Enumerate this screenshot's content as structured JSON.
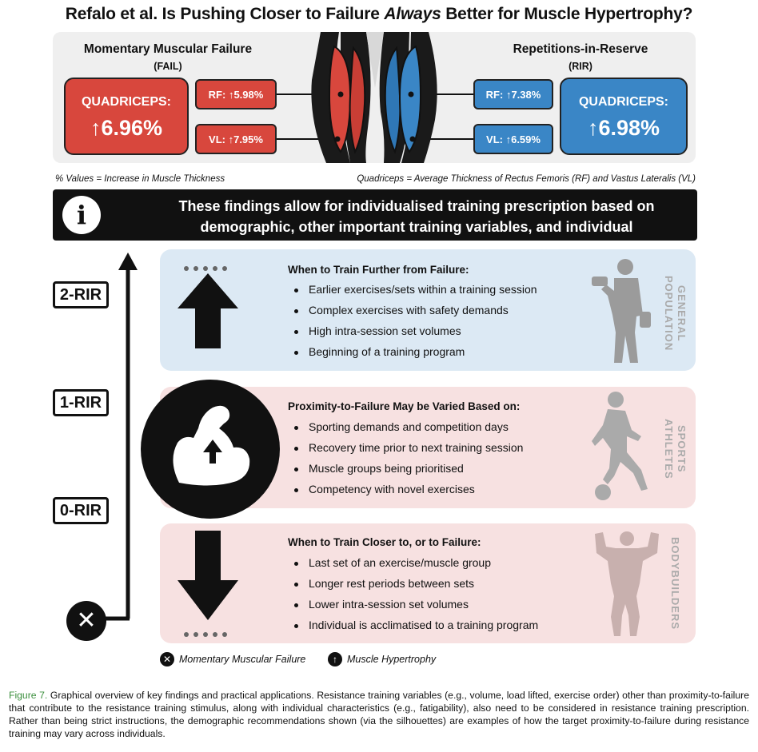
{
  "title": {
    "pre": "Refalo et al. Is Pushing Closer to Failure ",
    "em": "Always",
    "post": " Better for Muscle Hypertrophy?"
  },
  "left": {
    "heading": "Momentary Muscular Failure",
    "sub": "(FAIL)",
    "quad_label": "QUADRICEPS:",
    "quad_value": "↑6.96%",
    "rf": "RF: ↑5.98%",
    "vl": "VL: ↑7.95%",
    "color": "#d8473d"
  },
  "right": {
    "heading": "Repetitions-in-Reserve",
    "sub": "(RIR)",
    "quad_label": "QUADRICEPS:",
    "quad_value": "↑6.98%",
    "rf": "RF: ↑7.38%",
    "vl": "VL: ↑6.59%",
    "color": "#3a86c6"
  },
  "notes": {
    "left": "% Values = Increase in Muscle Thickness",
    "right": "Quadriceps = Average Thickness of Rectus Femoris (RF) and Vastus Lateralis (VL)"
  },
  "banner": {
    "icon": "info-icon",
    "line1": "These findings allow for individualised training prescription based on",
    "line2": "demographic, other important training variables, and individual characteristics."
  },
  "scale": {
    "labels": [
      "2-RIR",
      "1-RIR",
      "0-RIR"
    ],
    "bottom_icon": "x-icon"
  },
  "panels": [
    {
      "title": "When to Train Further from Failure:",
      "items": [
        "Earlier exercises/sets within a training session",
        "Complex exercises with safety demands",
        "High intra-session set volumes",
        "Beginning of a training program"
      ],
      "side_label": [
        "GENERAL",
        "POPULATION"
      ],
      "icon": "arrow-up-icon",
      "silhouette": "dumbbell-person-icon"
    },
    {
      "title": "Proximity-to-Failure May be Varied Based on:",
      "items": [
        "Sporting demands and competition days",
        "Recovery time prior to next training session",
        "Muscle groups being prioritised",
        "Competency with novel exercises"
      ],
      "side_label": [
        "SPORTS",
        "ATHLETES"
      ],
      "icon": "flexed-bicep-icon",
      "silhouette": "soccer-player-icon"
    },
    {
      "title": "When to Train Closer to, or to Failure:",
      "items": [
        "Last set of an exercise/muscle group",
        "Longer rest periods between sets",
        "Lower intra-session set volumes",
        "Individual is acclimatised to a training program"
      ],
      "side_label": [
        "BODYBUILDERS"
      ],
      "icon": "arrow-down-icon",
      "silhouette": "bodybuilder-pose-icon"
    }
  ],
  "legend": {
    "failure": "Momentary Muscular Failure",
    "hypertrophy": "Muscle Hypertrophy"
  },
  "caption": {
    "lead": "Figure 7.",
    "text": " Graphical overview of key findings and practical applications. Resistance training variables (e.g., volume, load lifted, exercise order) other than proximity-to-failure that contribute to the resistance training stimulus, along with individual characteristics (e.g., fatigability), also need to be considered in resistance training prescription. Rather than being strict instructions, the demographic recommendations shown (via the silhouettes) are examples of how the target proximity-to-failure during resistance training may vary across individuals."
  }
}
